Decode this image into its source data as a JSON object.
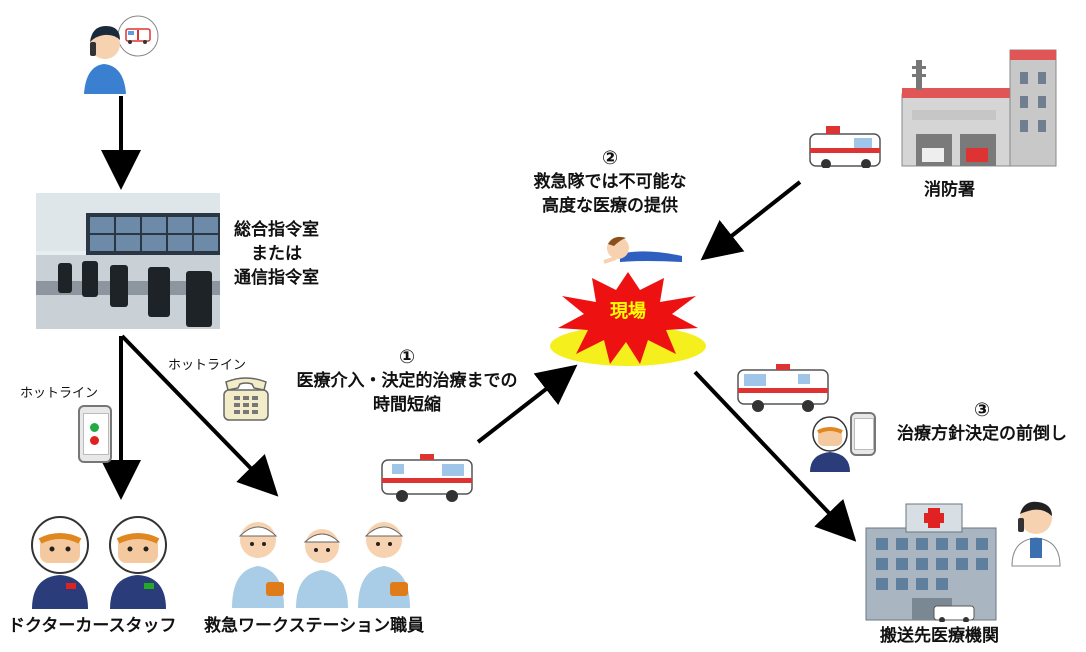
{
  "nodes": {
    "command_center": [
      "総合指令室",
      "または",
      "通信指令室"
    ],
    "fire_station": "消防署",
    "scene": "現場",
    "doctor_car_staff": "ドクターカースタッフ",
    "ews_staff": "救急ワークステーション職員",
    "hospital": "搬送先医療機関"
  },
  "hotline_left": "ホットライン",
  "hotline_right": "ホットライン",
  "benefits": {
    "one": {
      "num": "①",
      "lines": [
        "医療介入・決定的治療までの",
        "時間短縮"
      ]
    },
    "two": {
      "num": "②",
      "lines": [
        "救急隊では不可能な",
        "高度な医療の提供"
      ]
    },
    "three": {
      "num": "③",
      "line": "治療方針決定の前倒し"
    }
  },
  "colors": {
    "scene_burst": "#ee1111",
    "scene_ground": "#f5ef1e",
    "scene_text": "#ffff00",
    "arrow": "#000000"
  }
}
